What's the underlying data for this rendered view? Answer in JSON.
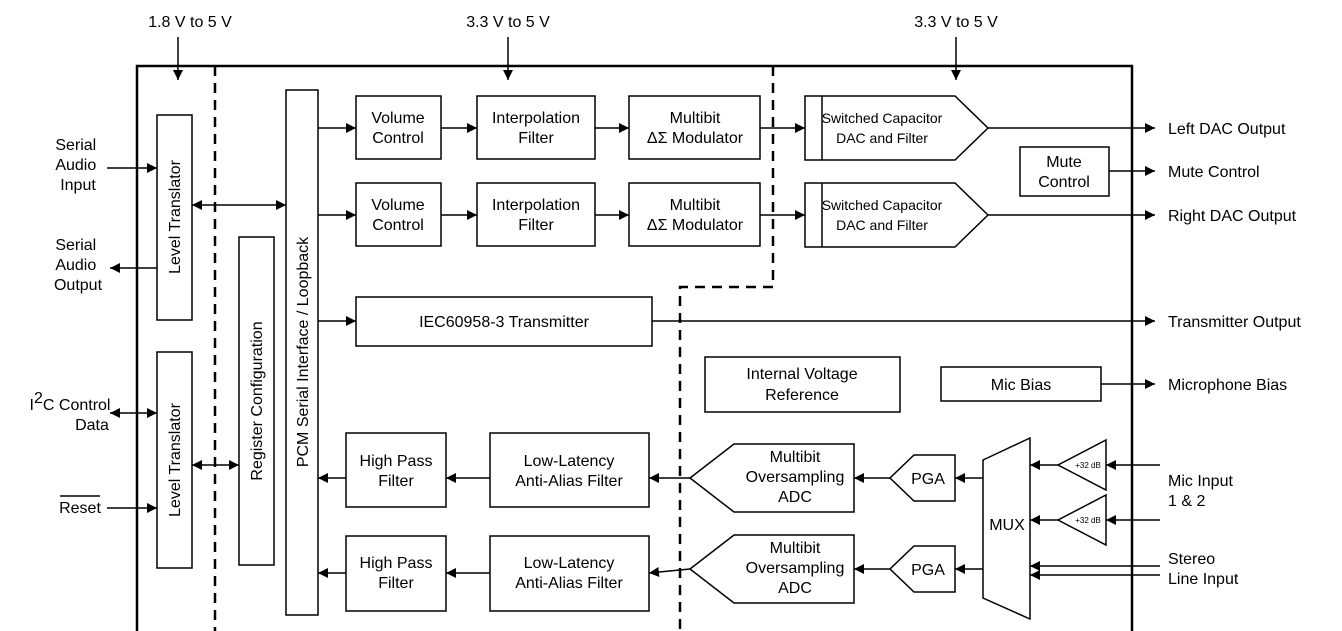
{
  "supplies": {
    "left": "1.8 V to 5 V",
    "middle": "3.3 V to 5 V",
    "right": "3.3 V to 5 V"
  },
  "inputs": {
    "serial_audio_input": [
      "Serial",
      "Audio",
      "Input"
    ],
    "serial_audio_output": [
      "Serial",
      "Audio",
      "Output"
    ],
    "i2c_prefix": "I",
    "i2c_sup": "2",
    "i2c_rest": "C Control",
    "i2c_data": "Data",
    "reset": "Reset"
  },
  "blocks": {
    "level_translator": "Level Translator",
    "register_configuration": "Register Configuration",
    "pcm_interface": "PCM Serial Interface / Loopback",
    "volume_control": [
      "Volume",
      "Control"
    ],
    "interpolation_filter": [
      "Interpolation",
      "Filter"
    ],
    "multibit_modulator": [
      "Multibit",
      "ΔΣ Modulator"
    ],
    "switched_cap": [
      "Switched Capacitor",
      "DAC and Filter"
    ],
    "mute_control": [
      "Mute",
      "Control"
    ],
    "transmitter": "IEC60958-3 Transmitter",
    "internal_voltage_ref": [
      "Internal Voltage",
      "Reference"
    ],
    "mic_bias": "Mic Bias",
    "high_pass_filter": [
      "High Pass",
      "Filter"
    ],
    "anti_alias_filter": [
      "Low-Latency",
      "Anti-Alias Filter"
    ],
    "oversampling_adc": [
      "Multibit",
      "Oversampling",
      "ADC"
    ],
    "pga": "PGA",
    "mux": "MUX",
    "gain": "+32 dB"
  },
  "outputs": {
    "left_dac": "Left DAC Output",
    "mute_control": "Mute Control",
    "right_dac": "Right DAC Output",
    "transmitter": "Transmitter Output",
    "microphone_bias": "Microphone Bias",
    "mic_input": [
      "Mic Input",
      "1 & 2"
    ],
    "stereo_line_input": [
      "Stereo",
      "Line Input"
    ]
  }
}
